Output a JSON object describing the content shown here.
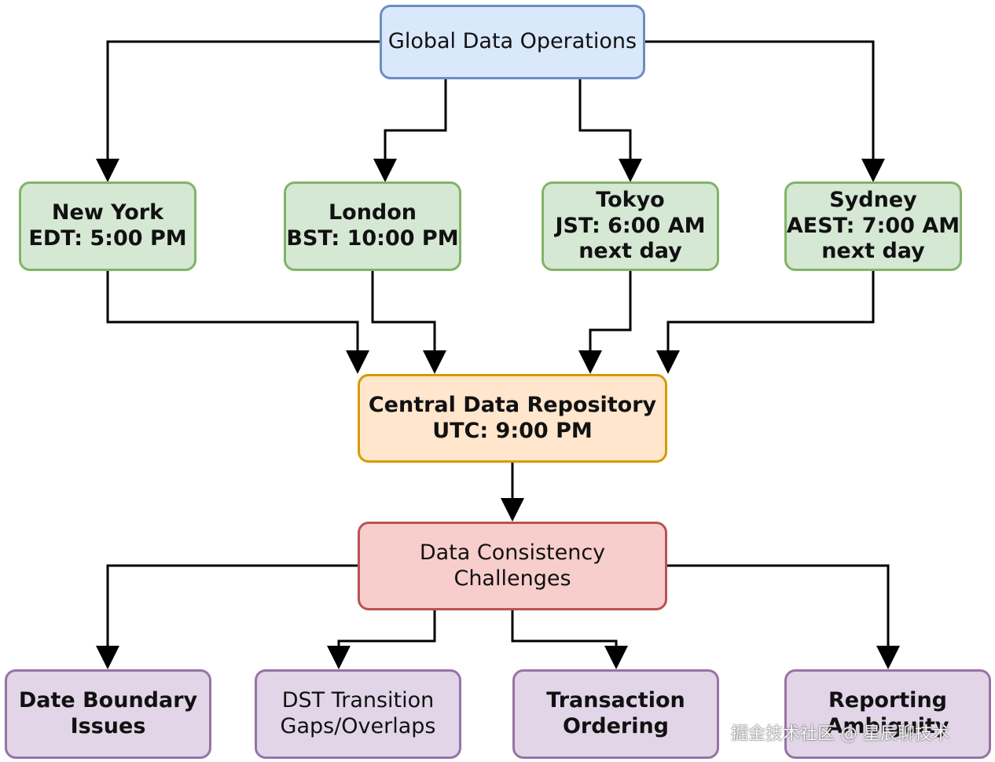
{
  "top": {
    "label": "Global Data Operations"
  },
  "cities": [
    {
      "name": "New York",
      "time": "EDT: 5:00 PM"
    },
    {
      "name": "London",
      "time": "BST: 10:00 PM"
    },
    {
      "name": "Tokyo",
      "time": "JST: 6:00 AM",
      "note": "next day"
    },
    {
      "name": "Sydney",
      "time": "AEST: 7:00 AM",
      "note": "next day"
    }
  ],
  "central": {
    "line1": "Central Data Repository",
    "line2": "UTC: 9:00 PM"
  },
  "challenges": {
    "line1": "Data Consistency",
    "line2": "Challenges"
  },
  "issues": [
    {
      "line1": "Date Boundary",
      "line2": "Issues"
    },
    {
      "line1": "DST Transition",
      "line2": "Gaps/Overlaps"
    },
    {
      "line1": "Transaction",
      "line2": "Ordering"
    },
    {
      "line1": "Reporting",
      "line2": "Ambiguity"
    }
  ],
  "watermark": "掘金技术社区 @ 星辰聊技术",
  "colors": {
    "blue_fill": "#dae8fc",
    "blue_border": "#6c8ebf",
    "green_fill": "#d5e8d4",
    "green_border": "#82b366",
    "orange_fill": "#ffe6cc",
    "orange_border": "#d79b00",
    "red_fill": "#f8cecc",
    "red_border": "#b85450",
    "purple_fill": "#e1d5e7",
    "purple_border": "#9673a6"
  }
}
